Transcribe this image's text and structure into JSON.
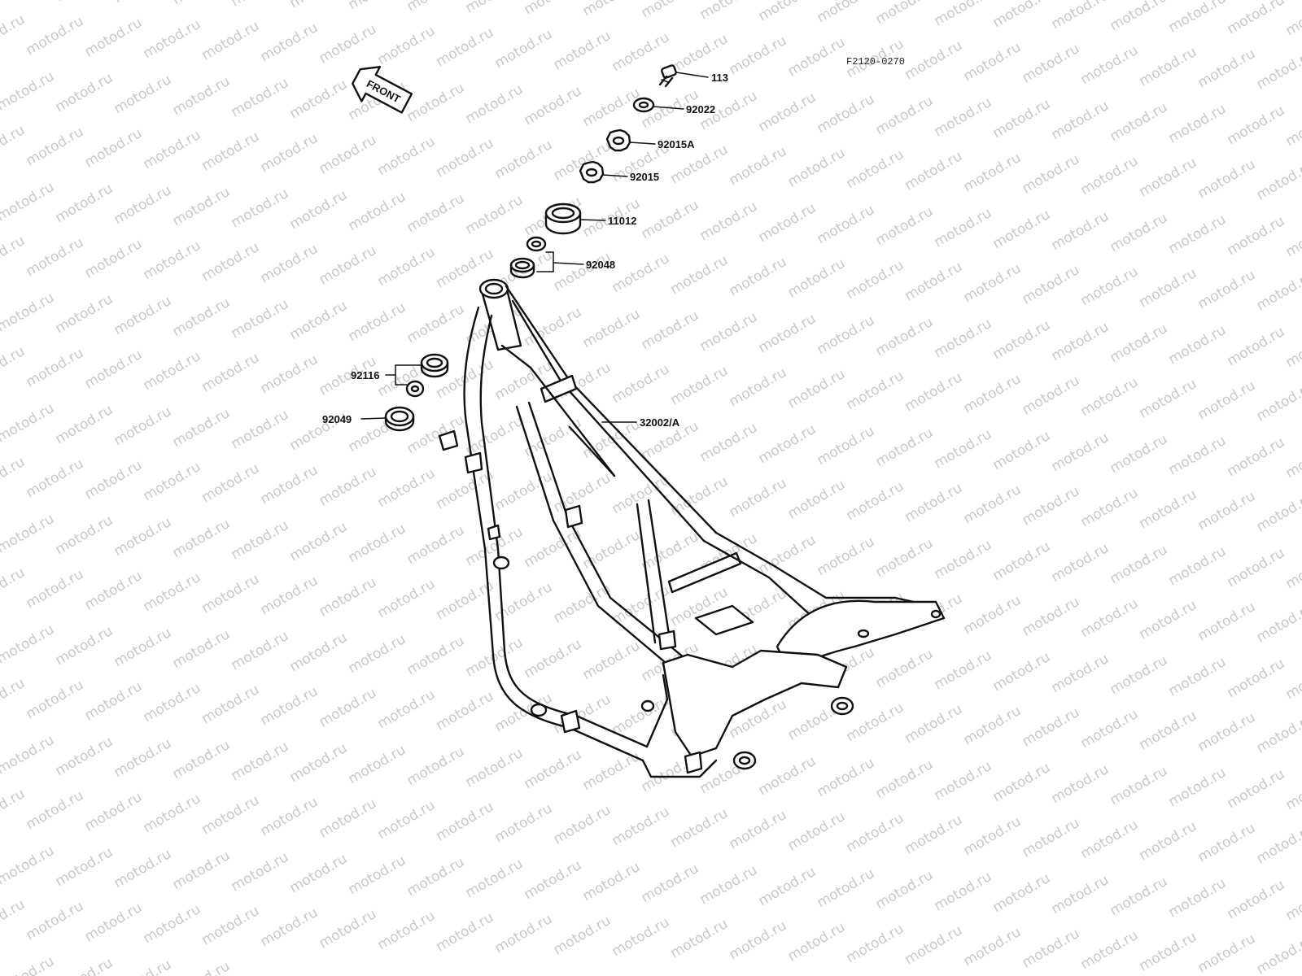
{
  "diagram": {
    "code": "F2120-0270",
    "direction_label": "FRONT",
    "watermark_text": "motod.ru",
    "parts": [
      {
        "id": "113",
        "label": "113",
        "icon": "bolt-icon"
      },
      {
        "id": "92022",
        "label": "92022",
        "icon": "washer-icon"
      },
      {
        "id": "92015A",
        "label": "92015A",
        "icon": "castle-nut-icon"
      },
      {
        "id": "92015",
        "label": "92015",
        "icon": "castle-nut-icon"
      },
      {
        "id": "11012",
        "label": "11012",
        "icon": "dust-cap-icon"
      },
      {
        "id": "92048",
        "label": "92048",
        "icon": "bearing-set-icon"
      },
      {
        "id": "92116",
        "label": "92116",
        "icon": "bearing-set-icon"
      },
      {
        "id": "92049",
        "label": "92049",
        "icon": "seal-icon"
      },
      {
        "id": "32002/A",
        "label": "32002/A",
        "icon": "frame-icon"
      }
    ]
  }
}
